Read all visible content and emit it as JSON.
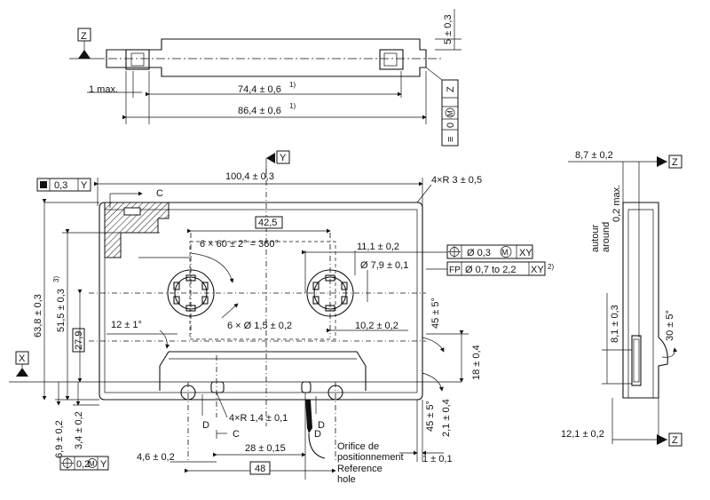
{
  "top_view": {
    "datum_z": "Z",
    "dim_5": "5 ± 0,3",
    "dim_1max": "1 max.",
    "dim_74": "74,4 ± 0,6",
    "dim_74_note": "1)",
    "dim_86": "86,4 ± 0,6",
    "dim_86_note": "1)",
    "frame_sym": "≡",
    "frame_tol": "0",
    "frame_m": "M",
    "frame_datum": "Z"
  },
  "front_view": {
    "datum_y": "Y",
    "datum_x": "X",
    "flat_tol": "0,3",
    "flat_datum": "Y",
    "dim_width": "100,4 ± 0,3",
    "dim_corner": "4×R 3 ± 0,5",
    "label_c_top": "C",
    "dim_42": "42,5",
    "dim_angle": "6 × 60 ± 2° = 360°",
    "dim_11": "11,1 ± 0,2",
    "pos_tol": "Ø 0,3",
    "pos_m": "M",
    "pos_datum": "XY",
    "dim_79": "Ø 7,9 ± 0,1",
    "fp_label": "FP",
    "fp_tol": "Ø 0,7 to 2,2",
    "fp_datum": "XY",
    "fp_note": "2)",
    "dim_6x": "6 × Ø 1,5 ± 0,2",
    "dim_102": "10,2 ± 0,2",
    "dim_45deg": "45 ± 5°",
    "dim_12deg": "12 ± 1°",
    "dim_63": "63,8 ± 0,3",
    "dim_51": "51,5 ± 0,3",
    "dim_51_note": "3)",
    "dim_27": "27,9",
    "dim_18": "18 ± 0,4",
    "dim_69": "6,9 ± 0,2",
    "dim_34": "3,4 ± 0,2",
    "label_d1": "D",
    "label_d2": "D",
    "label_d3": "D",
    "dim_4xr": "4×R 1,4 ± 0,1",
    "label_c_bottom": "C",
    "dim_46": "4,6 ± 0,2",
    "dim_28": "28 ± 0,15",
    "dim_48": "48",
    "dim_45deg2": "45 ± 5°",
    "dim_21": "2,1 ± 0,4",
    "dim_1p": "1 ± 0,1",
    "hole_fr1": "Orifice de",
    "hole_fr2": "positionnement",
    "hole_en1": "Reference",
    "hole_en2": "hole",
    "pos2_tol": "0,2",
    "pos2_m": "M",
    "pos2_datum": "Y"
  },
  "side_view": {
    "dim_87": "8,7 ± 0,2",
    "datum_z1": "Z",
    "dim_02": "0,2 max.",
    "label_fr": "autour",
    "label_en": "around",
    "dim_81": "8,1 ± 0,3",
    "dim_30": "30 ± 5°",
    "dim_121": "12,1 ± 0,2",
    "datum_z2": "Z"
  }
}
